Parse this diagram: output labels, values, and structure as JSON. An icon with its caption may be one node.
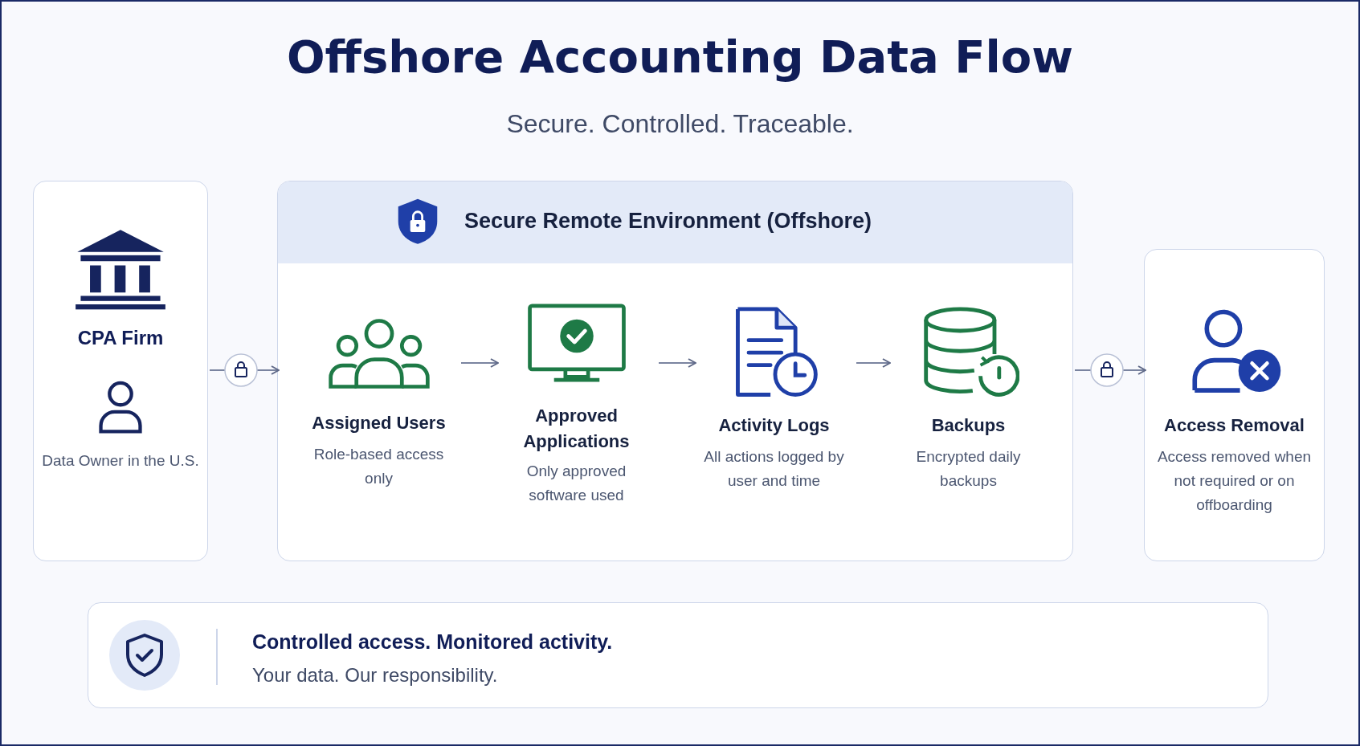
{
  "diagram": {
    "title": "Offshore Accounting Data Flow",
    "caption": "Secure. Controlled. Traceable.",
    "nodes": [
      {
        "text": [
          "CPA Firm",
          "Data Owner in the U.S."
        ]
      },
      {
        "text": [
          "Secure Remote Environment (Offshore)"
        ]
      },
      {
        "text": [
          "Assigned Users",
          "Role-based access only"
        ],
        "in": 1
      },
      {
        "text": [
          "Approved Applications",
          "Only approved software used"
        ],
        "in": 1
      },
      {
        "text": [
          "Activity Logs",
          "All actions logged by user and time"
        ],
        "in": 1
      },
      {
        "text": [
          "Backups",
          "Encrypted daily backups"
        ],
        "in": 1
      },
      {
        "text": [
          "Access Removal",
          "Access removed when not required or on offboarding"
        ]
      },
      {
        "text": [
          "Controlled access. Monitored activity.",
          "Your data. Our responsibility."
        ]
      }
    ],
    "edges": [
      {
        "from": 0,
        "to": 1,
        "arrow": "to"
      },
      {
        "from": 2,
        "to": 3,
        "arrow": "to"
      },
      {
        "from": 3,
        "to": 4,
        "arrow": "to"
      },
      {
        "from": 4,
        "to": 5,
        "arrow": "to"
      },
      {
        "from": 1,
        "to": 6,
        "arrow": "to"
      }
    ]
  }
}
